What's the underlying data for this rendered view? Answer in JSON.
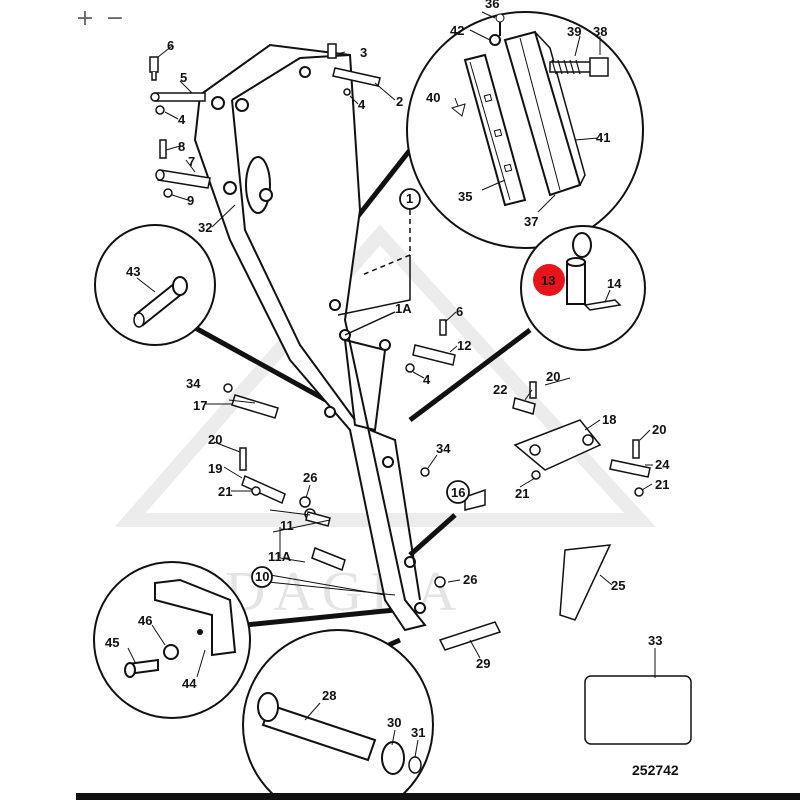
{
  "toolbar": {
    "zoom_in": "+",
    "zoom_out": "−"
  },
  "watermark": "LYDAGRA",
  "callouts": {
    "c1": "1",
    "c1a": "1A",
    "c2": "2",
    "c3": "3",
    "c4a": "4",
    "c4b": "4",
    "c4c": "4",
    "c5": "5",
    "c6a": "6",
    "c6b": "6",
    "c7": "7",
    "c8": "8",
    "c9": "9",
    "c10": "10",
    "c11": "11",
    "c11a": "11A",
    "c12": "12",
    "c13": "13",
    "c14": "14",
    "c16": "16",
    "c17": "17",
    "c18": "18",
    "c19": "19",
    "c20a": "20",
    "c20b": "20",
    "c20c": "20",
    "c21a": "21",
    "c21b": "21",
    "c21c": "21",
    "c22": "22",
    "c24": "24",
    "c25": "25",
    "c26a": "26",
    "c26b": "26",
    "c28": "28",
    "c29": "29",
    "c30": "30",
    "c31": "31",
    "c32": "32",
    "c33": "33",
    "c34a": "34",
    "c34b": "34",
    "c35": "35",
    "c36": "36",
    "c37": "37",
    "c38": "38",
    "c39": "39",
    "c40": "40",
    "c41": "41",
    "c42": "42",
    "c43": "43",
    "c44": "44",
    "c45": "45",
    "c46": "46"
  },
  "highlight": {
    "part": "13",
    "color": "#e8141c"
  },
  "part_number": "252742"
}
